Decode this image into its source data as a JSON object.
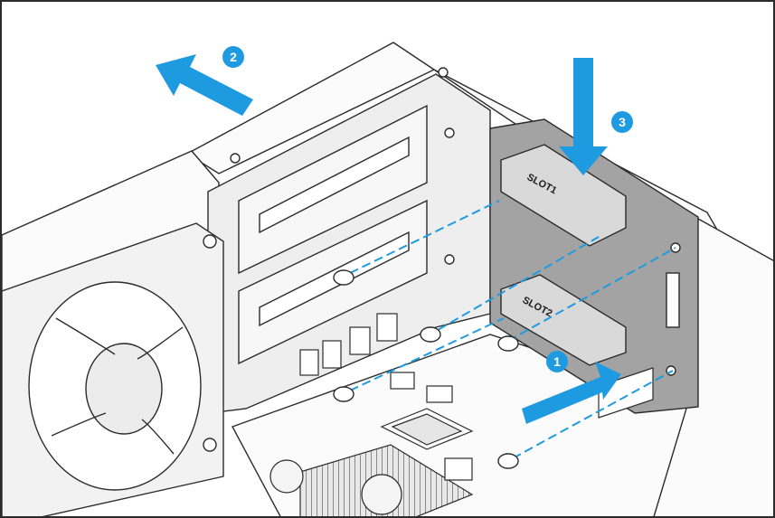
{
  "colors": {
    "line": "#2b2b2b",
    "panel_fill": "#f4f4f4",
    "card_fill": "#9e9e9e",
    "arrow": "#1e9be0",
    "step_badge": "#1e9be0",
    "dash_guide": "#1e9be0"
  },
  "steps": [
    {
      "label": "1",
      "arrow": "insert-card"
    },
    {
      "label": "2",
      "arrow": "slide-out"
    },
    {
      "label": "3",
      "arrow": "lower-down"
    }
  ],
  "slots": [
    {
      "label": "SLOT1"
    },
    {
      "label": "SLOT2"
    }
  ],
  "icons": {
    "fan": "cooling-fan-icon",
    "screw": "screw-icon"
  }
}
